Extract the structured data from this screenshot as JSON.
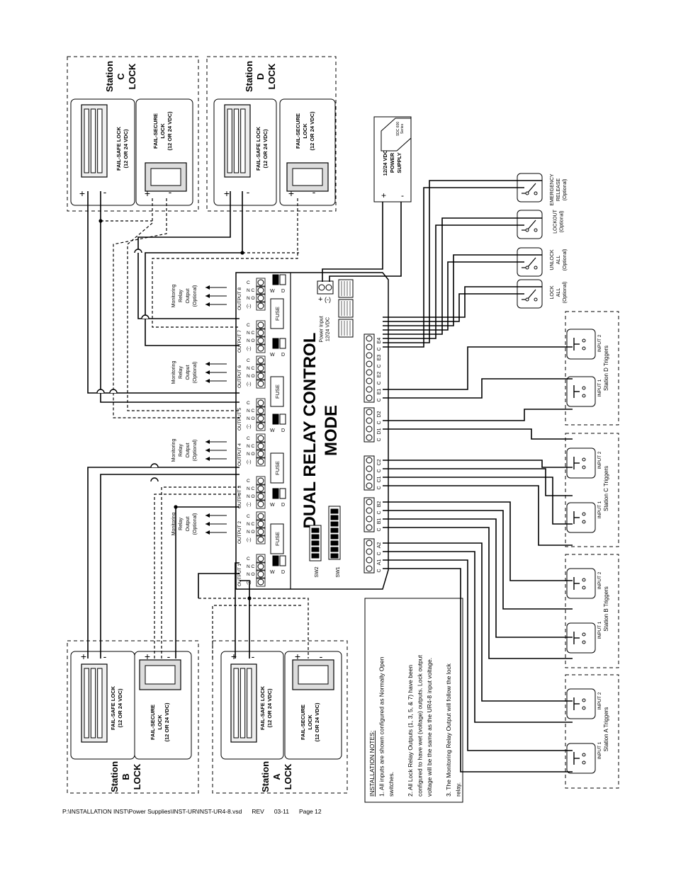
{
  "title": "DUAL RELAY CONTROL MODE",
  "title_lines": [
    "DUAL RELAY CONTROL",
    "MODE"
  ],
  "stations": {
    "C": {
      "word": "Station",
      "letter": "C",
      "lock": "LOCK"
    },
    "D": {
      "word": "Station",
      "letter": "D",
      "lock": "LOCK"
    },
    "B": {
      "word": "Station",
      "letter": "B",
      "lock": "LOCK"
    },
    "A": {
      "word": "Station",
      "letter": "A",
      "lock": "LOCK"
    }
  },
  "lock_labels": {
    "fail_safe": [
      "FAIL-SAFE LOCK",
      "(12 OR 24 VDC)"
    ],
    "fail_secure": [
      "FAIL-SECURE",
      "LOCK",
      "(12 OR 24 VDC)"
    ],
    "plus": "+",
    "minus": "-"
  },
  "power_supply": {
    "lines": [
      "12/24 VDC",
      "POWER",
      "SUPPLY"
    ],
    "model_lines": [
      "SDC 600",
      "Series"
    ],
    "plus": "+",
    "minus": "-"
  },
  "power_input": {
    "lines": [
      "Power Input",
      "12/24 VDC"
    ],
    "plus": "+",
    "minus": "(-)"
  },
  "switches": [
    {
      "lines": [
        "EMERGENCY",
        "RELEASE",
        "(Optional)"
      ]
    },
    {
      "lines": [
        "LOCKOUT",
        "(Optional)"
      ]
    },
    {
      "lines": [
        "UNLOCK",
        "ALL",
        "(Optional)"
      ]
    },
    {
      "lines": [
        "LOCK",
        "ALL",
        "(Optional)"
      ]
    }
  ],
  "triggers": {
    "D": "Station D Triggers",
    "C": "Station C Triggers",
    "B": "Station B Triggers",
    "A": "Station A Triggers",
    "input1": "INPUT 1",
    "input2": "INPUT 2"
  },
  "monitoring": [
    "Monitoring",
    "Relay",
    "Output",
    "(Optional)"
  ],
  "outputs": [
    "OUTPUT 1",
    "OUTPUT 2",
    "OUTPUT 3",
    "OUTPUT 4",
    "OUTPUT 5",
    "OUTPUT 6",
    "OUTPUT 7",
    "OUTPUT 8"
  ],
  "terminal_labels": [
    "(-)",
    "N O",
    "N C",
    "C"
  ],
  "fuse": "FUSE",
  "jumper": {
    "w": "W",
    "d": "D"
  },
  "input_groups": [
    {
      "labels": [
        "C",
        "A1",
        "C",
        "A2"
      ]
    },
    {
      "labels": [
        "C",
        "B1",
        "C",
        "B2"
      ]
    },
    {
      "labels": [
        "C",
        "C1",
        "C",
        "C2"
      ]
    },
    {
      "labels": [
        "C",
        "D1",
        "C",
        "D2"
      ]
    },
    {
      "labels": [
        "C",
        "E1",
        "C",
        "E2",
        "C",
        "E3",
        "C",
        "E4"
      ]
    }
  ],
  "dip": {
    "sw1": "SW1",
    "sw2": "SW2"
  },
  "notes": {
    "heading": "INSTALLATION NOTES:",
    "lines": [
      "1.  All inputs are shown configured as Normally Open",
      "switches.",
      "",
      "2.  All Lock Relay Outputs (1, 3, 5, & 7) have been",
      "configured to have wet (voltage) outputs. Lock output",
      "voltage will be the same as the UR4-8 input voltage.",
      "",
      "3.  The Monitoring Relay Output will follow the lock",
      "relay."
    ]
  },
  "footer": {
    "path": "P:\\INSTALLATION INST\\Power Supplies\\INST-UR\\INST-UR4-8.vsd",
    "rev": "REV",
    "date": "03-11",
    "page": "Page 12"
  }
}
